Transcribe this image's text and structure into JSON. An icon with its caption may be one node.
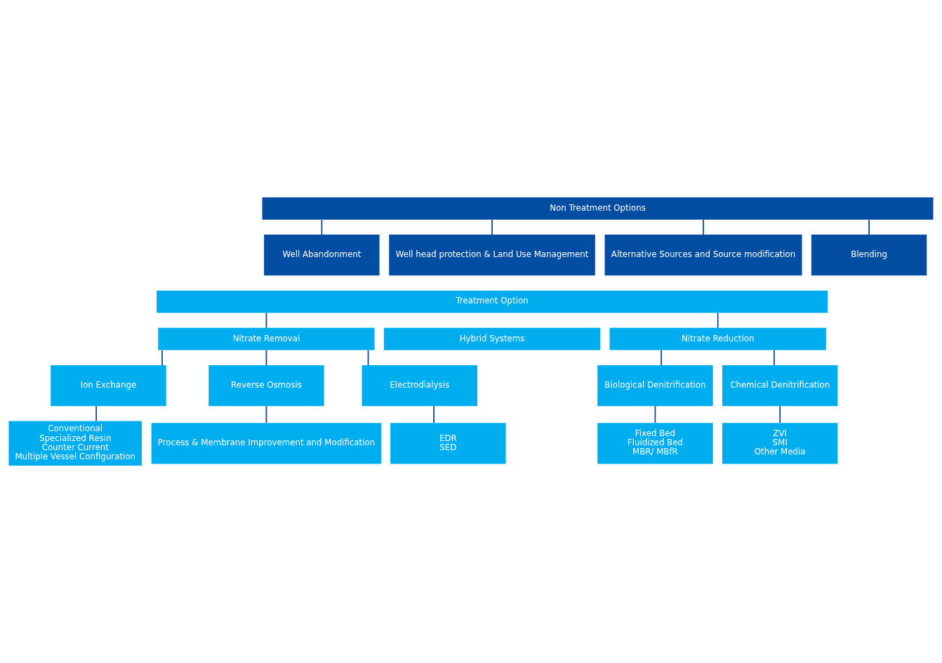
{
  "diagram": {
    "nodes": [
      {
        "text": [
          "Non Treatment Options"
        ]
      },
      {
        "text": [
          "Well Abandonment"
        ]
      },
      {
        "text": [
          "Well head protection & Land Use Management"
        ]
      },
      {
        "text": [
          "Alternative Sources and Source modification"
        ]
      },
      {
        "text": [
          "Blending"
        ]
      },
      {
        "text": [
          "Treatment Option"
        ]
      },
      {
        "text": [
          "Nitrate Removal"
        ]
      },
      {
        "text": [
          "Hybrid Systems"
        ]
      },
      {
        "text": [
          "Nitrate Reduction"
        ]
      },
      {
        "text": [
          "Ion Exchange"
        ]
      },
      {
        "text": [
          "Reverse Osmosis"
        ]
      },
      {
        "text": [
          "Electrodialysis"
        ]
      },
      {
        "text": [
          "Biological Denitrification"
        ]
      },
      {
        "text": [
          "Chemical Denitrification"
        ]
      },
      {
        "text": [
          "Conventional",
          "Specialized Resin",
          "Counter Current",
          "Multiple Vessel Configuration"
        ]
      },
      {
        "text": [
          "Process & Membrane Improvement and Modification"
        ]
      },
      {
        "text": [
          "EDR",
          "SED"
        ]
      },
      {
        "text": [
          "Fixed Bed",
          "Fluidized Bed",
          "MBR/ MBfR"
        ]
      },
      {
        "text": [
          "ZVI",
          "SMI",
          "Other Media"
        ]
      }
    ],
    "edges": [
      {
        "from": 0,
        "to": 1,
        "arrow": "none"
      },
      {
        "from": 0,
        "to": 2,
        "arrow": "none"
      },
      {
        "from": 0,
        "to": 3,
        "arrow": "none"
      },
      {
        "from": 0,
        "to": 4,
        "arrow": "none"
      },
      {
        "from": 5,
        "to": 6,
        "arrow": "none"
      },
      {
        "from": 5,
        "to": 8,
        "arrow": "none"
      },
      {
        "from": 6,
        "to": 9,
        "arrow": "none"
      },
      {
        "from": 6,
        "to": 10,
        "arrow": "none"
      },
      {
        "from": 6,
        "to": 11,
        "arrow": "none"
      },
      {
        "from": 8,
        "to": 12,
        "arrow": "none"
      },
      {
        "from": 8,
        "to": 13,
        "arrow": "none"
      },
      {
        "from": 9,
        "to": 14,
        "arrow": "none"
      },
      {
        "from": 10,
        "to": 15,
        "arrow": "none"
      },
      {
        "from": 11,
        "to": 16,
        "arrow": "none"
      },
      {
        "from": 12,
        "to": 17,
        "arrow": "none"
      },
      {
        "from": 13,
        "to": 18,
        "arrow": "none"
      }
    ]
  }
}
